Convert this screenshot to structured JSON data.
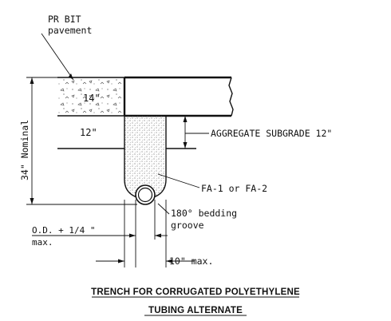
{
  "labels": {
    "pavement_line1": "PR BIT",
    "pavement_line2": "pavement",
    "pavement_depth": "14\"",
    "aggregate_depth": "12\"",
    "total_depth": "34\" Nominal",
    "aggregate_callout": "AGGREGATE SUBGRADE 12\"",
    "backfill_callout": "FA-1 or FA-2",
    "bedding_line1": "180° bedding",
    "bedding_line2": "groove",
    "od_line1": "O.D. + 1/4 \"",
    "od_line2": "max.",
    "width_max": "10\" max."
  },
  "title": {
    "line1": "TRENCH FOR CORRUGATED POLYETHYLENE",
    "line2": "TUBING ALTERNATE"
  }
}
